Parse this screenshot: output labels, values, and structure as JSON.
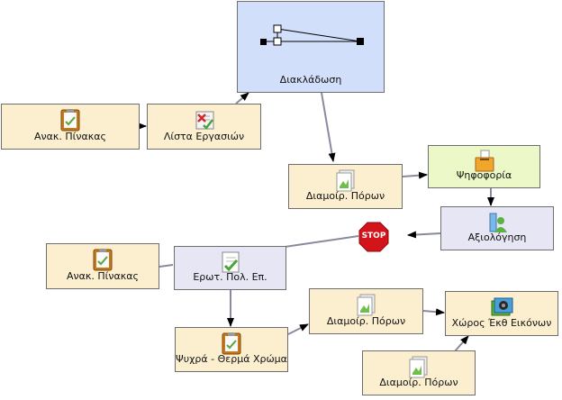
{
  "nodes": {
    "board_read_1": {
      "label": "Ανακ. Πίνακας",
      "icon": "clipboard-icon"
    },
    "task_list": {
      "label": "Λίστα Εργασιών",
      "icon": "task-list-icon"
    },
    "branching": {
      "label": "Διακλάδωση",
      "icon": "branching-icon"
    },
    "share_resources_1": {
      "label": "Διαμοίρ. Πόρων",
      "icon": "share-resources-icon"
    },
    "voting": {
      "label": "Ψηφοφορία",
      "icon": "voting-icon"
    },
    "assessment": {
      "label": "Αξιολόγηση",
      "icon": "assessment-icon"
    },
    "stop": {
      "label": "STOP",
      "icon": "stop-sign-icon"
    },
    "board_read_2": {
      "label": "Ανακ. Πίνακας",
      "icon": "clipboard-icon"
    },
    "mc_questions": {
      "label": "Ερωτ. Πολ. Επ.",
      "icon": "checklist-icon"
    },
    "warm_cold": {
      "label": "Ψυχρά - Θερμά Χρώμα",
      "icon": "clipboard-icon"
    },
    "share_resources_2": {
      "label": "Διαμοίρ. Πόρων",
      "icon": "share-resources-icon"
    },
    "image_space": {
      "label": "Χώρος Έκθ Εικόνων",
      "icon": "image-gallery-icon"
    },
    "share_resources_3": {
      "label": "Διαμοίρ. Πόρων",
      "icon": "share-resources-icon"
    }
  },
  "colors": {
    "activity": "#fcefcf",
    "branching": "#d2dffb",
    "voting": "#ecf8c7",
    "assessment": "#e6e6f4",
    "edge": "#8a8a9e",
    "arrow": "#000000",
    "stop": "#d4141b"
  }
}
